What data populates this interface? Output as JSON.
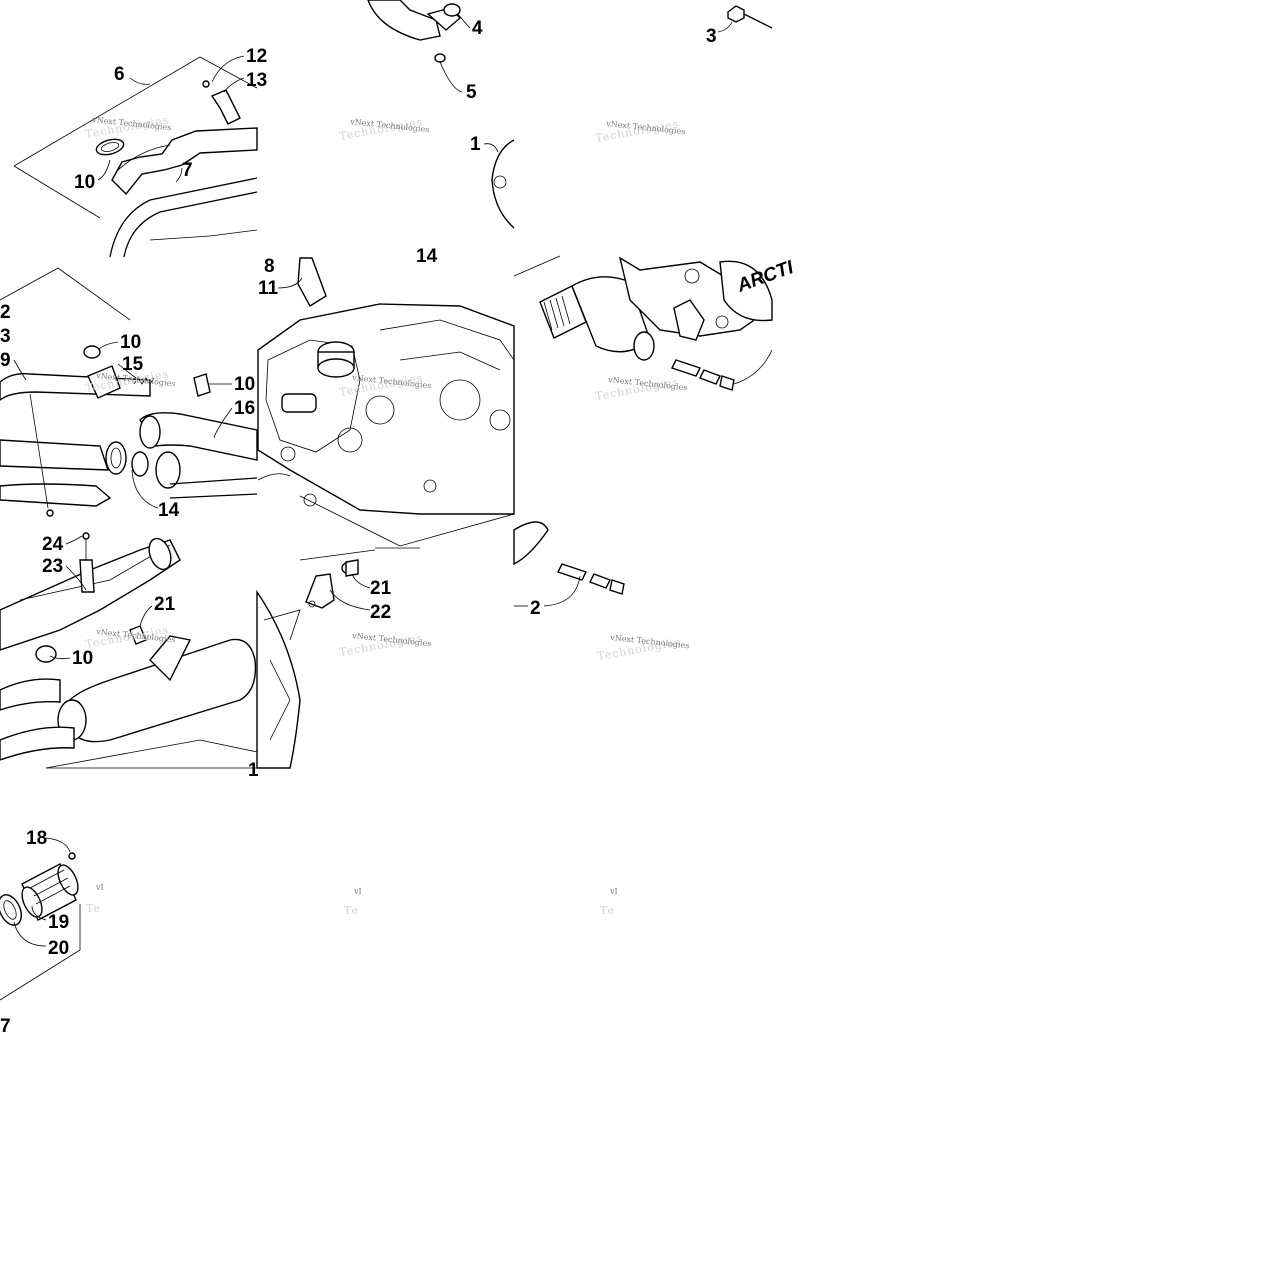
{
  "diagram": {
    "callouts": [
      {
        "id": "c-6",
        "text": "6"
      },
      {
        "id": "c-12a",
        "text": "12"
      },
      {
        "id": "c-13a",
        "text": "13"
      },
      {
        "id": "c-10a",
        "text": "10"
      },
      {
        "id": "c-7",
        "text": "7"
      },
      {
        "id": "c-4",
        "text": "4"
      },
      {
        "id": "c-5",
        "text": "5"
      },
      {
        "id": "c-1a",
        "text": "1"
      },
      {
        "id": "c-3a",
        "text": "3"
      },
      {
        "id": "c-8",
        "text": "8"
      },
      {
        "id": "c-11",
        "text": "11"
      },
      {
        "id": "c-14a",
        "text": "14"
      },
      {
        "id": "c-2a",
        "text": "2"
      },
      {
        "id": "c-3b",
        "text": "3"
      },
      {
        "id": "c-9",
        "text": "9"
      },
      {
        "id": "c-10b",
        "text": "10"
      },
      {
        "id": "c-15",
        "text": "15"
      },
      {
        "id": "c-10c",
        "text": "10"
      },
      {
        "id": "c-16",
        "text": "16"
      },
      {
        "id": "c-14b",
        "text": "14"
      },
      {
        "id": "c-24",
        "text": "24"
      },
      {
        "id": "c-23",
        "text": "23"
      },
      {
        "id": "c-21a",
        "text": "21"
      },
      {
        "id": "c-10d",
        "text": "10"
      },
      {
        "id": "c-21b",
        "text": "21"
      },
      {
        "id": "c-22",
        "text": "22"
      },
      {
        "id": "c-2b",
        "text": "2"
      },
      {
        "id": "c-1b",
        "text": "1"
      },
      {
        "id": "c-18",
        "text": "18"
      },
      {
        "id": "c-19",
        "text": "19"
      },
      {
        "id": "c-20",
        "text": "20"
      },
      {
        "id": "c-17",
        "text": "7"
      }
    ],
    "watermark": {
      "label": "vNext Technologies",
      "faded": "Technologies",
      "partial": "vI",
      "partial_faded": "Te"
    },
    "brand_text": "ARCTI"
  }
}
